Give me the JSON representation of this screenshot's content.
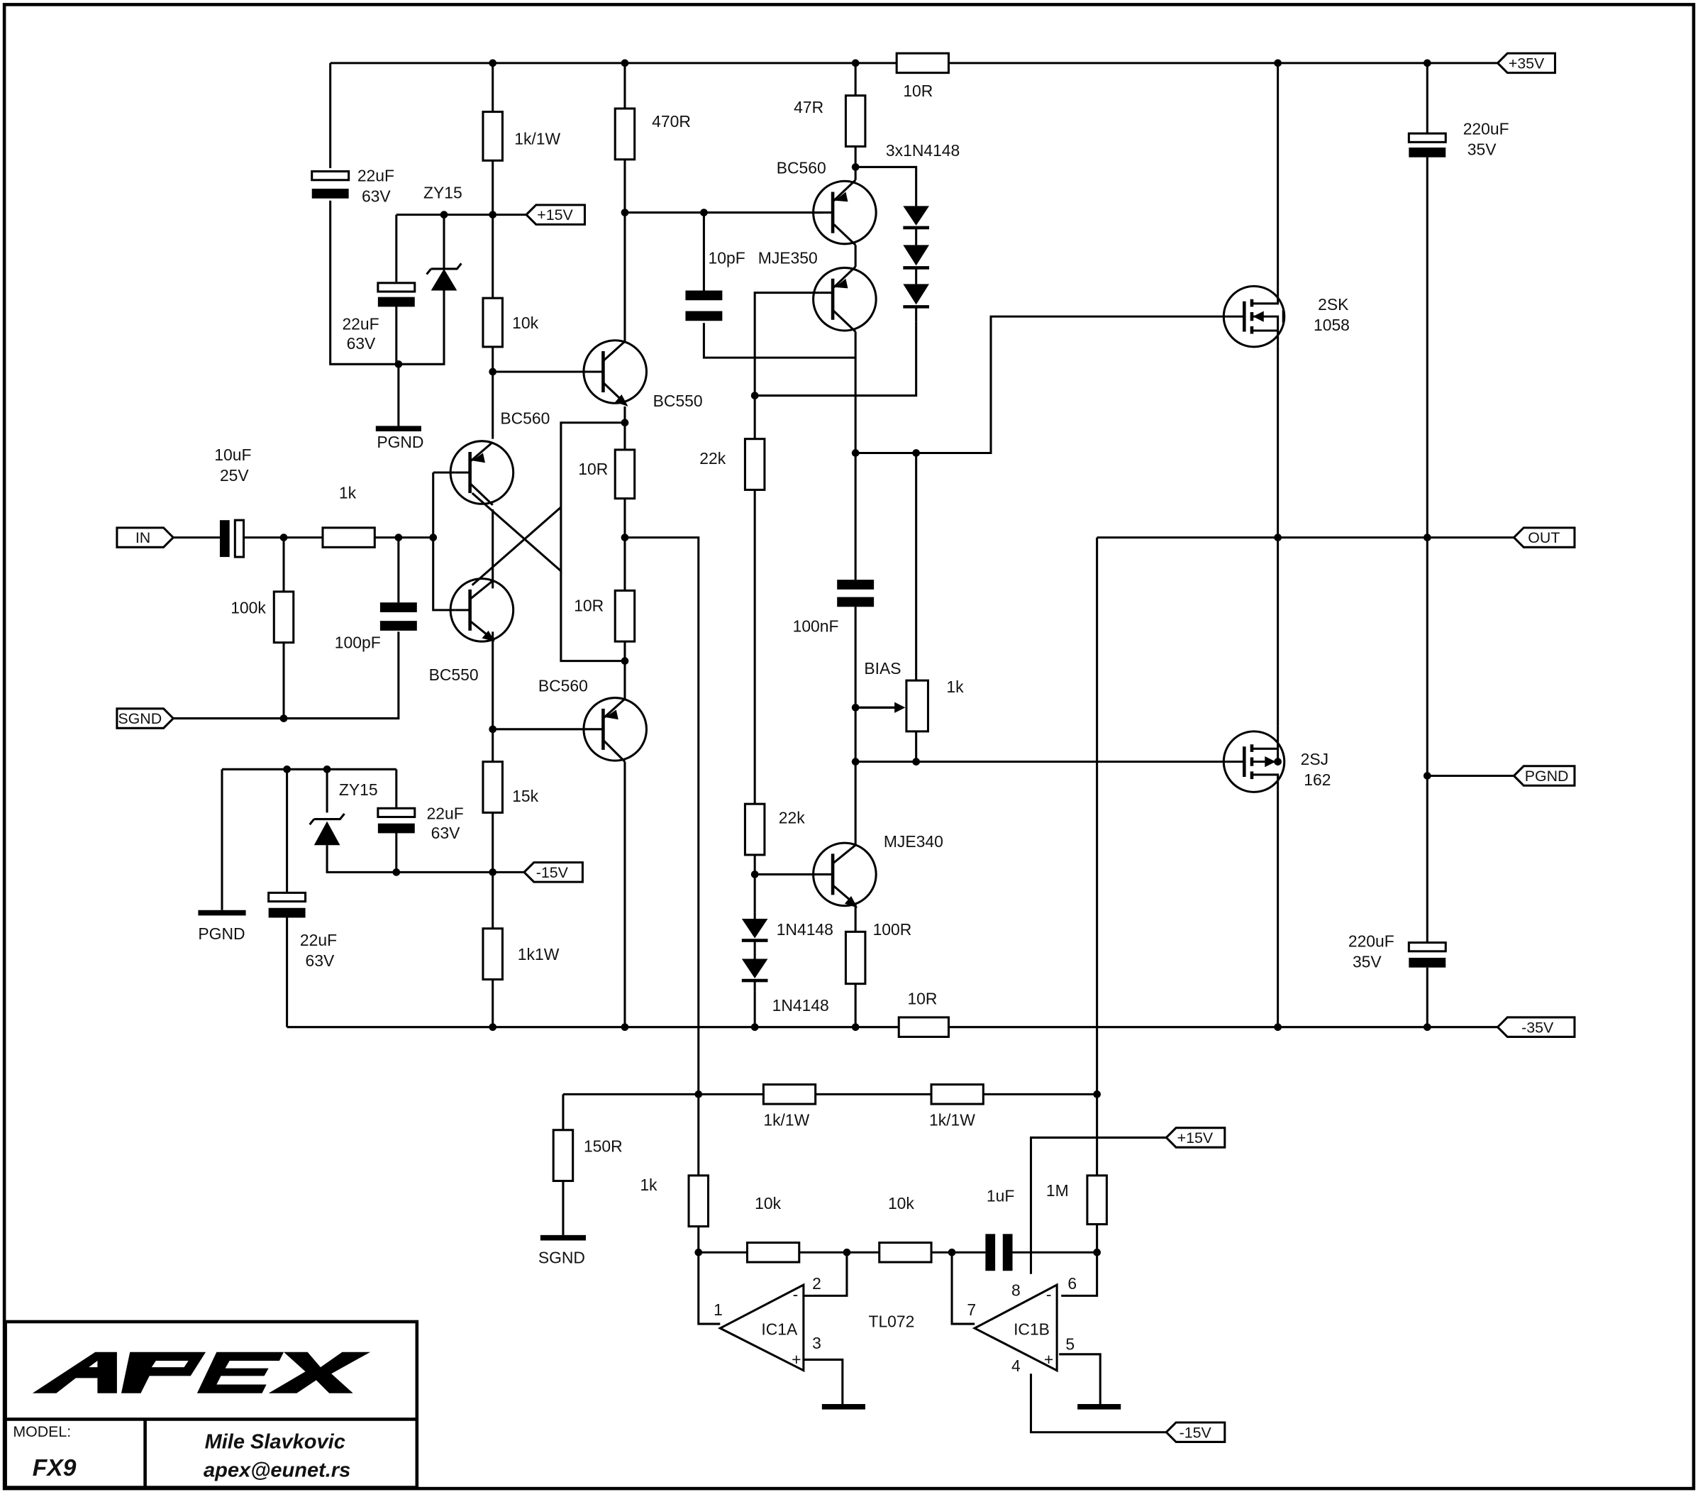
{
  "nets": {
    "vpos35": "+35V",
    "vneg35": "-35V",
    "vpos15": "+15V",
    "vneg15": "-15V",
    "out": "OUT",
    "in": "IN",
    "sgnd": "SGND",
    "pgnd": "PGND"
  },
  "labels": {
    "c_22u_top": "22uF",
    "c_22u_top_v": "63V",
    "zy15_top": "ZY15",
    "c_22u_zy_top": "22uF",
    "c_22u_zy_top_v": "63V",
    "pgnd_top": "PGND",
    "r_1k1w_top": "1k/1W",
    "r_10k_mid": "10k",
    "r_470r": "470R",
    "q_bc550_top": "BC550",
    "q_bc560_diff": "BC560",
    "c_10u": "10uF",
    "c_10u_v": "25V",
    "r_1k_in": "1k",
    "r_100k": "100k",
    "c_100p": "100pF",
    "q_bc550_diff": "BC550",
    "r_10r_a": "10R",
    "r_10r_b": "10R",
    "q_bc560_bot": "BC560",
    "zy15_bot": "ZY15",
    "c_22u_bot": "22uF",
    "c_22u_bot_v": "63V",
    "r_15k": "15k",
    "pgnd_bot": "PGND",
    "c_22u_bot2": "22uF",
    "c_22u_bot2_v": "63V",
    "r_1k1w_bot": "1k1W",
    "r_47r": "47R",
    "r_10r_top": "10R",
    "d_3x": "3x1N4148",
    "q_bc560_vas": "BC560",
    "c_10p": "10pF",
    "q_mje350": "MJE350",
    "r_22k_a": "22k",
    "c_100n": "100nF",
    "bias": "BIAS",
    "r_1k_bias": "1k",
    "r_22k_b": "22k",
    "q_mje340": "MJE340",
    "d_1n4148_a": "1N4148",
    "d_1n4148_b": "1N4148",
    "r_100r": "100R",
    "r_10r_bot": "10R",
    "q_2sk": "2SK",
    "q_2sk_n": "1058",
    "q_2sj": "2SJ",
    "q_2sj_n": "162",
    "c_220u_top": "220uF",
    "c_220u_top_v": "35V",
    "c_220u_bot": "220uF",
    "c_220u_bot_v": "35V",
    "r_1k1w_fb_a": "1k/1W",
    "r_1k1w_fb_b": "1k/1W",
    "r_150r": "150R",
    "sgnd_bot": "SGND",
    "r_1k_op": "1k",
    "r_10k_op_a": "10k",
    "r_10k_op_b": "10k",
    "c_1u": "1uF",
    "r_1m": "1M",
    "ic1a": "IC1A",
    "ic1b": "IC1B",
    "tl072": "TL072",
    "pin1": "1",
    "pin2": "2",
    "pin3": "3",
    "pin4": "4",
    "pin5": "5",
    "pin6": "6",
    "pin7": "7",
    "pin8": "8",
    "minus": "-",
    "plus": "+"
  },
  "title_block": {
    "logo": "APEX",
    "model_label": "MODEL:",
    "model": "FX9",
    "author": "Mile Slavkovic",
    "email": "apex@eunet.rs"
  }
}
